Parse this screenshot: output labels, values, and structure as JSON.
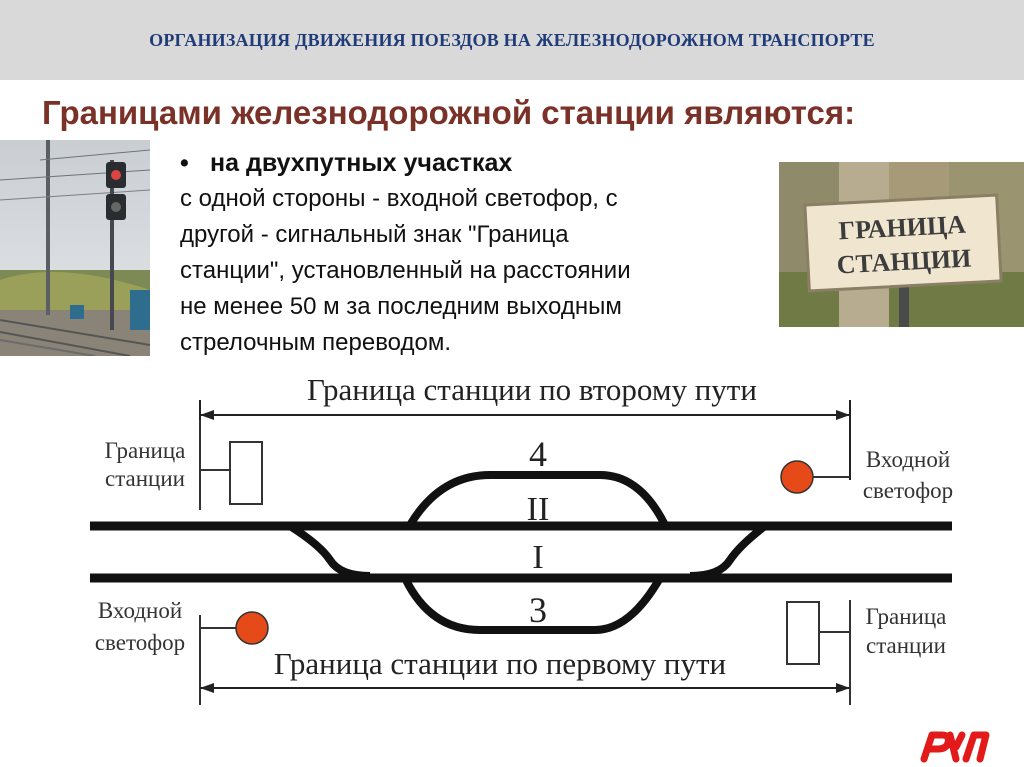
{
  "header": {
    "title": "ОРГАНИЗАЦИЯ ДВИЖЕНИЯ ПОЕЗДОВ НА ЖЕЛЕЗНОДОРОЖНОМ ТРАНСПОРТЕ"
  },
  "heading": "Границами железнодорожной станции являются:",
  "bullet": {
    "title": "на двухпутных участках",
    "lines": [
      "с одной стороны - входной светофор, с",
      "другой - сигнальный знак \"Граница",
      "станции\", установленный на расстоянии",
      "не менее 50 м за последним выходным",
      "стрелочным переводом."
    ]
  },
  "sign_photo": {
    "line1": "ГРАНИЦА",
    "line2": "СТАНЦИИ"
  },
  "diagram": {
    "top_span_label": "Граница станции по второму пути",
    "bottom_span_label": "Граница станции по первому пути",
    "left_top_label_1": "Граница",
    "left_top_label_2": "станции",
    "right_top_label_1": "Входной",
    "right_top_label_2": "светофор",
    "left_bottom_label_1": "Входной",
    "left_bottom_label_2": "светофор",
    "right_bottom_label_1": "Граница",
    "right_bottom_label_2": "станции",
    "track_4": "4",
    "track_II": "II",
    "track_I": "I",
    "track_3": "3",
    "signal_color": "#e64a19"
  },
  "logo": {
    "text": "РЖД",
    "color": "#e21a1a"
  }
}
